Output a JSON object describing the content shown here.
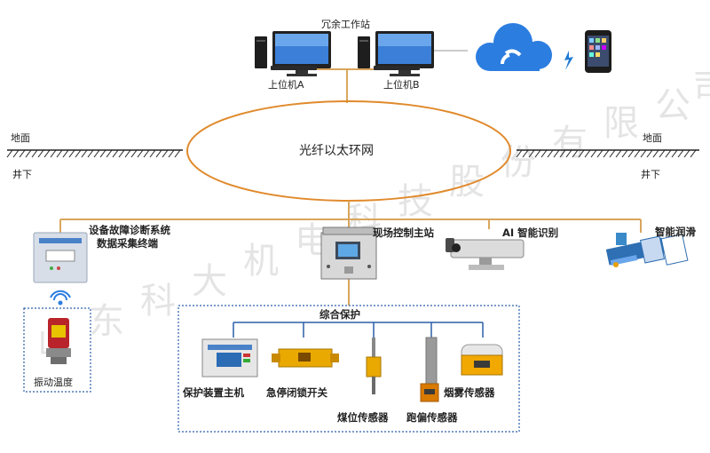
{
  "header": {
    "redundant_station": "冗余工作站"
  },
  "hosts": {
    "host_a": "上位机A",
    "host_b": "上位机B"
  },
  "ground": {
    "left_surface": "地面",
    "left_underground": "井下",
    "right_surface": "地面",
    "right_underground": "井下"
  },
  "network": {
    "ring_label": "光纤以太环网"
  },
  "devices": {
    "diagnosis_line1": "设备故障诊断系统",
    "diagnosis_line2": "数据采集终端",
    "main_station": "现场控制主站",
    "ai_recognition": "AI 智能识别",
    "lubrication": "智能润滑",
    "vibration_temp": "振动温度"
  },
  "protection": {
    "title": "综合保护",
    "host": "保护装置主机",
    "estop": "急停闭锁开关",
    "coal_level": "煤位传感器",
    "deviation": "跑偏传感器",
    "smoke": "烟雾传感器"
  },
  "watermark": [
    "山",
    "东",
    "科",
    "大",
    "机",
    "电",
    "科",
    "技",
    "股",
    "份",
    "有",
    "限",
    "公",
    "司"
  ],
  "icons": [
    "computer-icon",
    "cloud-icon",
    "lightning-icon",
    "smartphone-icon",
    "terminal-box-icon",
    "wifi-icon",
    "vibration-sensor-icon",
    "control-station-icon",
    "camera-icon",
    "lubrication-icon",
    "protection-host-icon",
    "estop-switch-icon",
    "coal-level-sensor-icon",
    "deviation-sensor-icon",
    "smoke-sensor-icon"
  ],
  "colors": {
    "network_line": "#d9a55c",
    "ring_stroke": "#e08a2c",
    "protection_line": "#2a5fa8",
    "cloud": "#2b7de0",
    "sensor_yellow": "#f1a800"
  }
}
